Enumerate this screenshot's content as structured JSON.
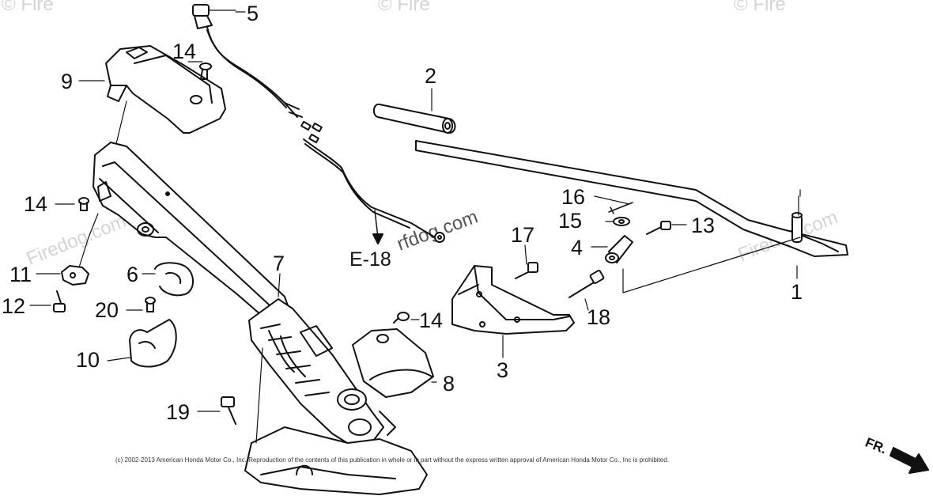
{
  "watermarks": {
    "brand_short": "© Fire",
    "brand_full": "Firedog.com",
    "brand_center": "rfdog.com"
  },
  "callouts": [
    "1",
    "2",
    "3",
    "4",
    "5",
    "6",
    "7",
    "8",
    "9",
    "10",
    "11",
    "12",
    "13",
    "14",
    "15",
    "16",
    "17",
    "18",
    "19",
    "20"
  ],
  "reference": "E-18",
  "direction": "FR.",
  "copyright": "(c) 2002-2013 American Honda Motor Co., Inc. Reproduction of the contents of this publication in whole or in part without the express written approval of American Honda Motor Co., Inc is prohibited.",
  "colors": {
    "line": "#111111",
    "watermark": "#d4d4d4",
    "background": "#ffffff"
  }
}
